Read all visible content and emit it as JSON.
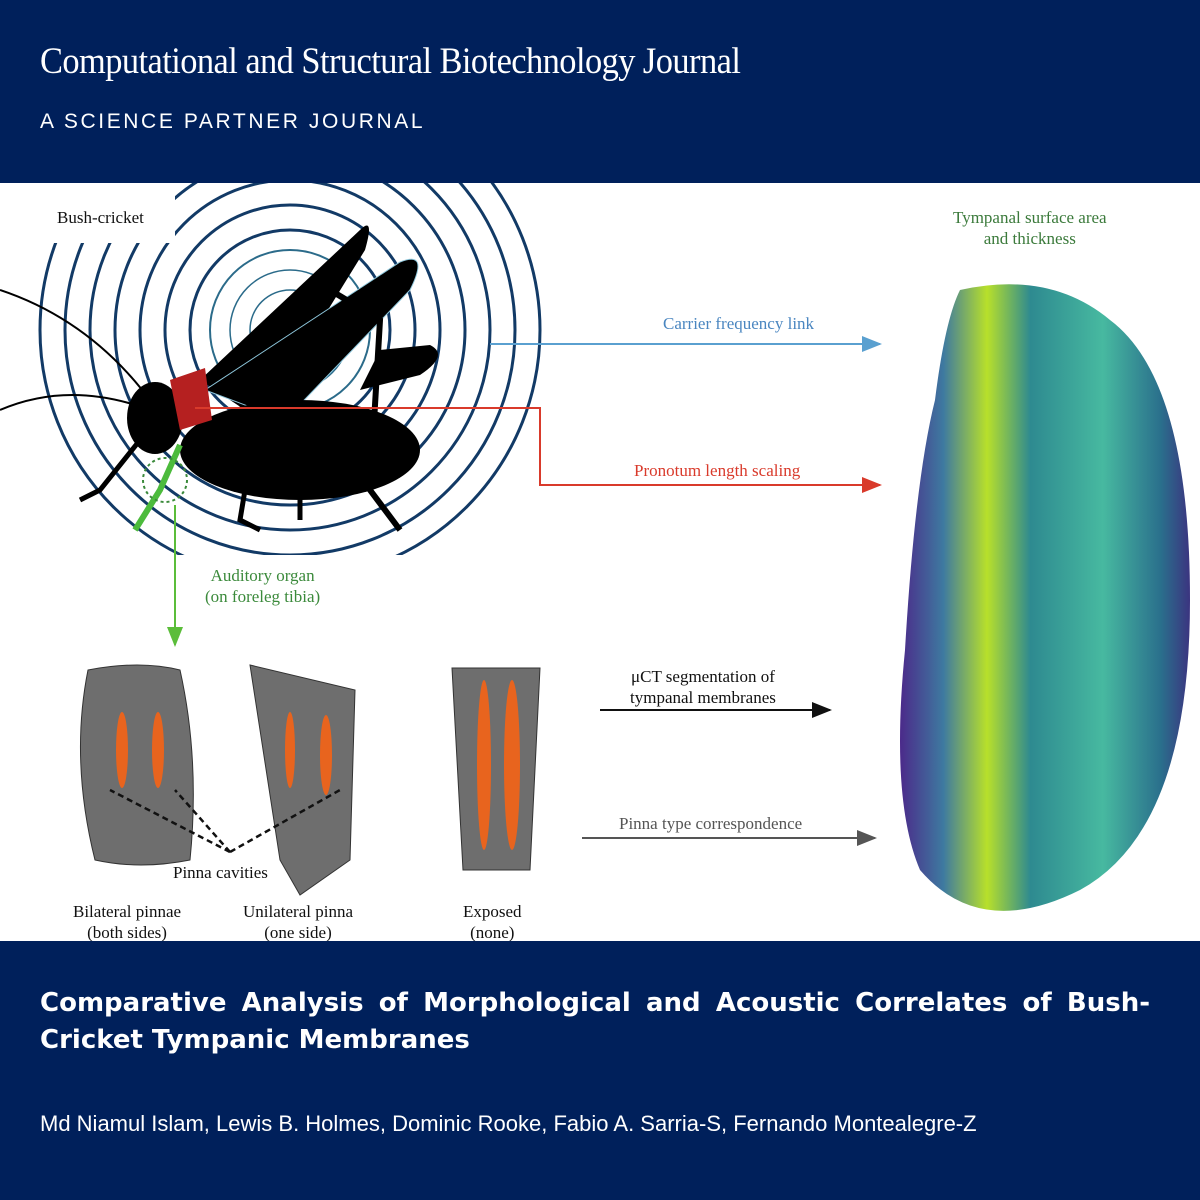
{
  "header": {
    "journal_title": "Computational and Structural Biotechnology Journal",
    "journal_subtitle": "A SCIENCE PARTNER JOURNAL"
  },
  "figure": {
    "insect_label": "Bush-cricket",
    "arrows": {
      "carrier": "Carrier frequency link",
      "pronotum": "Pronotum length scaling",
      "uct_line1": "μCT segmentation of",
      "uct_line2": "tympanal membranes",
      "pinna_type": "Pinna type correspondence"
    },
    "auditory_line1": "Auditory organ",
    "auditory_line2": "(on foreleg tibia)",
    "pinna_cavities": "Pinna cavities",
    "tympanal_line1": "Tympanal surface area",
    "tympanal_line2": "and thickness",
    "pinna_types": [
      {
        "line1": "Bilateral pinnae",
        "line2": "(both sides)"
      },
      {
        "line1": "Unilateral pinna",
        "line2": "(one side)"
      },
      {
        "line1": "Exposed",
        "line2": "(none)"
      }
    ],
    "colors": {
      "carrier": "#5aa0d0",
      "pronotum": "#d93a2b",
      "auditory": "#3b8a3b",
      "pronotum_fill": "#b52020",
      "tympanum": "#e8641e"
    }
  },
  "footer": {
    "paper_title": "Comparative Analysis of Morphological and Acoustic Correlates of Bush-Cricket Tympanic Membranes",
    "authors": "Md Niamul Islam, Lewis B. Holmes, Dominic Rooke, Fabio A. Sarria-S, Fernando Montealegre-Z"
  },
  "colors": {
    "brand_navy": "#00205b"
  }
}
